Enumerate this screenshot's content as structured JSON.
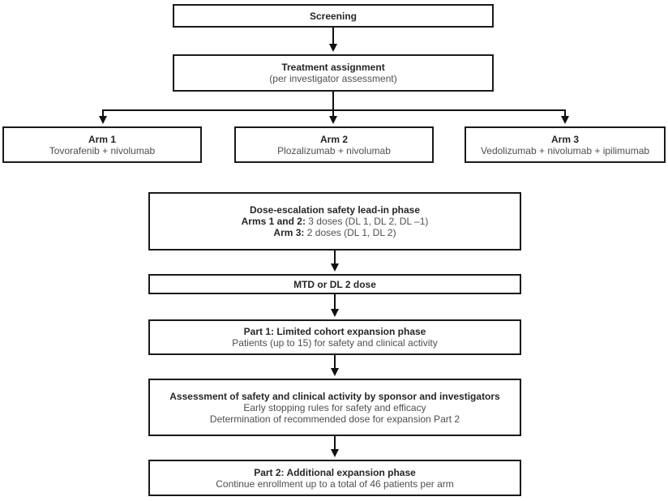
{
  "flowchart": {
    "screening": {
      "title": "Screening"
    },
    "treatment_assignment": {
      "title": "Treatment assignment",
      "subtitle": "(per investigator assessment)"
    },
    "arms": [
      {
        "title": "Arm 1",
        "subtitle": "Tovorafenib + nivolumab"
      },
      {
        "title": "Arm 2",
        "subtitle": "Plozalizumab + nivolumab"
      },
      {
        "title": "Arm 3",
        "subtitle": "Vedolizumab + nivolumab + ipilimumab"
      }
    ],
    "dose_escalation": {
      "title": "Dose-escalation safety lead-in phase",
      "arms12_label": "Arms 1 and 2:",
      "arms12_text": " 3 doses (DL 1, DL 2, DL –1)",
      "arm3_label": "Arm 3:",
      "arm3_text": " 2 doses (DL 1, DL 2)"
    },
    "mtd": {
      "title": "MTD or DL 2 dose"
    },
    "part1": {
      "title": "Part 1: Limited cohort expansion phase",
      "subtitle": "Patients (up to 15) for safety and clinical activity"
    },
    "assessment": {
      "title": "Assessment of safety and clinical activity by sponsor and investigators",
      "line2": "Early stopping rules for safety and efficacy",
      "line3": "Determination of recommended dose for expansion Part 2"
    },
    "part2": {
      "title": "Part 2: Additional expansion phase",
      "subtitle": "Continue enrollment up to a total of 46 patients per arm"
    }
  },
  "colors": {
    "box_border": "#1a1a1a",
    "title_text": "#262626",
    "body_text": "#4f4f4f",
    "arrow": "#111111",
    "background": "#ffffff"
  }
}
